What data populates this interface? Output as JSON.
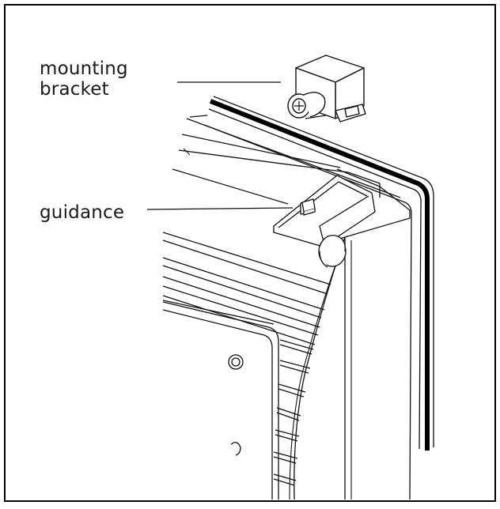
{
  "figure": {
    "labels": {
      "mounting_bracket_line1": "mounting",
      "mounting_bracket_line2": "bracket",
      "guidance": "guidance"
    },
    "colors": {
      "frame": "#000000",
      "line": "#111111",
      "fill": "#ffffff",
      "shade": "#f2f2f2"
    }
  }
}
